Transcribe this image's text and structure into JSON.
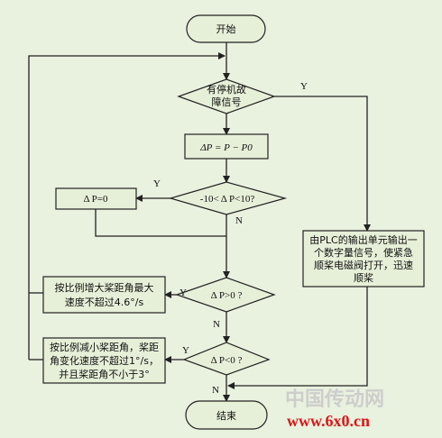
{
  "nodes": {
    "start": "开始",
    "fault_line1": "有停机故",
    "fault_line2": "障信号",
    "dp_calc": "ΔP = P − P0",
    "dp_zero": "Δ P=0",
    "range_check": "-10< Δ P<10?",
    "plc_line1": "由PLC的输出单元输出一",
    "plc_line2": "个数字量信号，使紧急",
    "plc_line3": "顺桨电磁阀打开，迅速",
    "plc_line4": "顺桨",
    "dp_gt0": "Δ P>0 ?",
    "increase_line1": "按比例增大桨距角最大",
    "increase_line2": "速度不超过4.6°/s",
    "dp_lt0": "Δ P<0 ?",
    "decrease_line1": "按比例减小桨距角，桨距",
    "decrease_line2": "角变化速度不超过1°/s，",
    "decrease_line3": "并且桨距角不小于3°",
    "end": "结束"
  },
  "edge_labels": {
    "fault_yes": "Y",
    "range_yes": "Y",
    "range_no": "N",
    "gt0_yes": "Y",
    "gt0_no": "N",
    "lt0_yes": "Y",
    "lt0_no": "N"
  },
  "watermark": {
    "line1": "中国传动网",
    "line2": "www.6x0.cn"
  },
  "colors": {
    "background": "#e9f1df",
    "shape_fill": "#e6f0d8",
    "stroke": "#222222",
    "watermark_red": "#d61818",
    "watermark_grey": "#c9c9c9"
  }
}
